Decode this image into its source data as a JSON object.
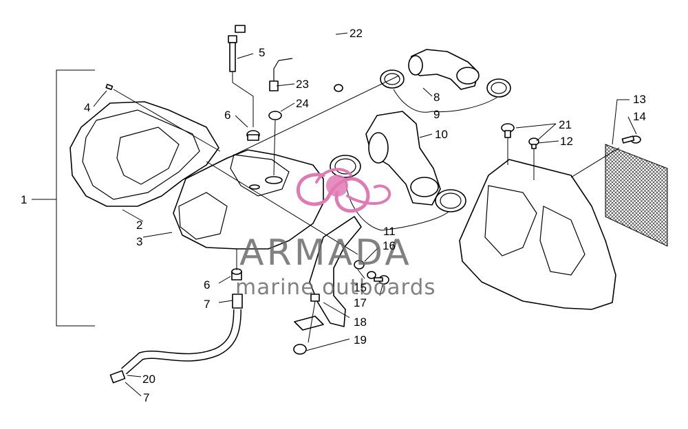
{
  "callouts": {
    "c1": "1",
    "c2": "2",
    "c3": "3",
    "c4": "4",
    "c5": "5",
    "c6a": "6",
    "c6b": "6",
    "c7a": "7",
    "c7b": "7",
    "c8": "8",
    "c9": "9",
    "c10": "10",
    "c11": "11",
    "c12": "12",
    "c13": "13",
    "c14": "14",
    "c15": "15",
    "c16": "16",
    "c17": "17",
    "c18": "18",
    "c19": "19",
    "c20": "20",
    "c21": "21",
    "c22": "22",
    "c23": "23",
    "c24": "24"
  },
  "watermark": {
    "brand": "ARMADA",
    "tagline": "marine outboards",
    "logo_color": "#e07ab4",
    "text_color": "#666666"
  }
}
